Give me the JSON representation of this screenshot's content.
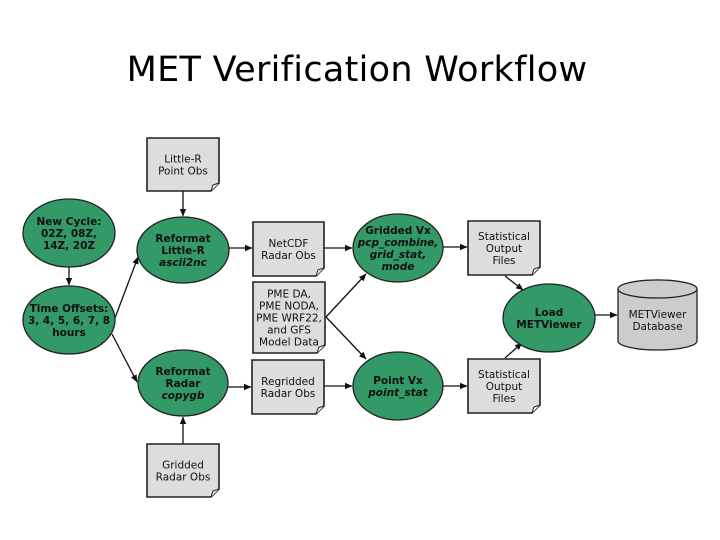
{
  "title": "MET Verification Workflow",
  "colors": {
    "process_fill": "#339966",
    "document_fill": "#dddddd",
    "database_fill": "#cccccc",
    "stroke": "#222222"
  },
  "nodes": {
    "new_cycle": {
      "type": "process",
      "lines": [
        {
          "text": "New Cycle:",
          "style": "bold"
        },
        {
          "text": "02Z, 08Z,",
          "style": "bold"
        },
        {
          "text": "14Z, 20Z",
          "style": "bold"
        }
      ]
    },
    "time_offsets": {
      "type": "process",
      "lines": [
        {
          "text": "Time Offsets:",
          "style": "bold"
        },
        {
          "text": "3, 4, 5, 6, 7, 8",
          "style": "bold"
        },
        {
          "text": "hours",
          "style": "bold"
        }
      ]
    },
    "little_r_obs": {
      "type": "document",
      "lines": [
        {
          "text": "Little-R",
          "style": "plain"
        },
        {
          "text": "Point Obs",
          "style": "plain"
        }
      ]
    },
    "reformat_little_r": {
      "type": "process",
      "lines": [
        {
          "text": "Reformat",
          "style": "bold"
        },
        {
          "text": "Little-R",
          "style": "bold"
        },
        {
          "text": "ascii2nc",
          "style": "ital"
        }
      ]
    },
    "reformat_radar": {
      "type": "process",
      "lines": [
        {
          "text": "Reformat",
          "style": "bold"
        },
        {
          "text": "Radar",
          "style": "bold"
        },
        {
          "text": "copygb",
          "style": "ital"
        }
      ]
    },
    "gridded_radar_obs": {
      "type": "document",
      "lines": [
        {
          "text": "Gridded",
          "style": "plain"
        },
        {
          "text": "Radar Obs",
          "style": "plain"
        }
      ]
    },
    "netcdf_radar_obs": {
      "type": "document",
      "lines": [
        {
          "text": "NetCDF",
          "style": "plain"
        },
        {
          "text": "Radar Obs",
          "style": "plain"
        }
      ]
    },
    "model_data": {
      "type": "document",
      "lines": [
        {
          "text": "PME DA,",
          "style": "plain"
        },
        {
          "text": "PME NODA,",
          "style": "plain"
        },
        {
          "text": "PME WRF22,",
          "style": "plain"
        },
        {
          "text": "and GFS",
          "style": "plain"
        },
        {
          "text": "Model Data",
          "style": "plain"
        }
      ]
    },
    "regridded_radar_obs": {
      "type": "document",
      "lines": [
        {
          "text": "Regridded",
          "style": "plain"
        },
        {
          "text": "Radar Obs",
          "style": "plain"
        }
      ]
    },
    "gridded_vx": {
      "type": "process",
      "lines": [
        {
          "text": "Gridded Vx",
          "style": "bold"
        },
        {
          "text": "pcp_combine,",
          "style": "ital"
        },
        {
          "text": "grid_stat,",
          "style": "ital"
        },
        {
          "text": "mode",
          "style": "ital"
        }
      ]
    },
    "point_vx": {
      "type": "process",
      "lines": [
        {
          "text": "Point Vx",
          "style": "bold"
        },
        {
          "text": "point_stat",
          "style": "ital"
        }
      ]
    },
    "stat_output_1": {
      "type": "document",
      "lines": [
        {
          "text": "Statistical",
          "style": "plain"
        },
        {
          "text": "Output",
          "style": "plain"
        },
        {
          "text": "Files",
          "style": "plain"
        }
      ]
    },
    "stat_output_2": {
      "type": "document",
      "lines": [
        {
          "text": "Statistical",
          "style": "plain"
        },
        {
          "text": "Output",
          "style": "plain"
        },
        {
          "text": "Files",
          "style": "plain"
        }
      ]
    },
    "load_metviewer": {
      "type": "process",
      "lines": [
        {
          "text": "Load",
          "style": "bold"
        },
        {
          "text": "METViewer",
          "style": "bold"
        }
      ]
    },
    "metviewer_db": {
      "type": "database",
      "lines": [
        {
          "text": "METViewer",
          "style": "plain"
        },
        {
          "text": "Database",
          "style": "plain"
        }
      ]
    }
  },
  "edges": [
    {
      "from": "new_cycle",
      "to": "time_offsets"
    },
    {
      "from": "time_offsets",
      "to": "reformat_little_r"
    },
    {
      "from": "time_offsets",
      "to": "reformat_radar"
    },
    {
      "from": "little_r_obs",
      "to": "reformat_little_r"
    },
    {
      "from": "gridded_radar_obs",
      "to": "reformat_radar"
    },
    {
      "from": "reformat_little_r",
      "to": "netcdf_radar_obs"
    },
    {
      "from": "reformat_radar",
      "to": "regridded_radar_obs"
    },
    {
      "from": "netcdf_radar_obs",
      "to": "gridded_vx"
    },
    {
      "from": "model_data",
      "to": "gridded_vx"
    },
    {
      "from": "model_data",
      "to": "point_vx"
    },
    {
      "from": "regridded_radar_obs",
      "to": "point_vx"
    },
    {
      "from": "gridded_vx",
      "to": "stat_output_1"
    },
    {
      "from": "point_vx",
      "to": "stat_output_2"
    },
    {
      "from": "stat_output_1",
      "to": "load_metviewer"
    },
    {
      "from": "stat_output_2",
      "to": "load_metviewer"
    },
    {
      "from": "load_metviewer",
      "to": "metviewer_db"
    }
  ]
}
